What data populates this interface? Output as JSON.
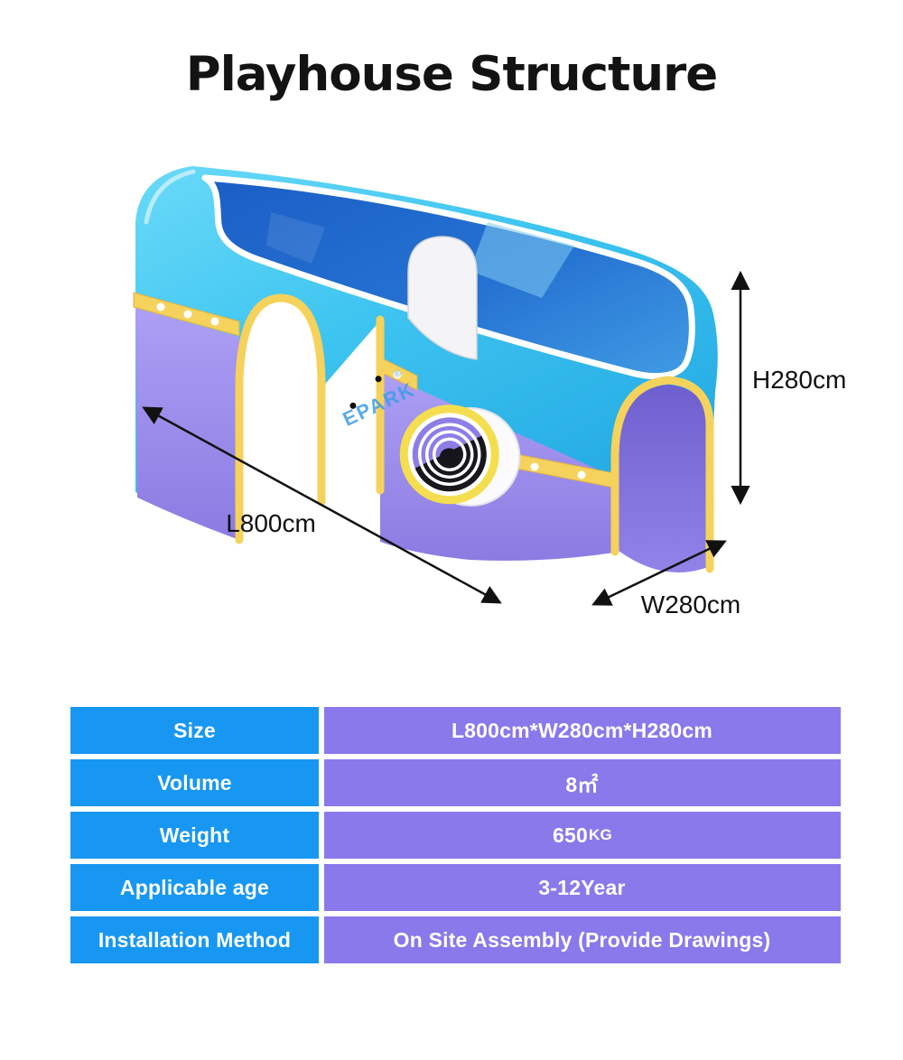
{
  "page": {
    "title": "Playhouse Structure"
  },
  "illustration": {
    "description": "3D render of a cyan and purple kids playhouse tub with yellow riveted trim bands, two arched doorways, a white slide arch and a spiral target disc",
    "dimensions": {
      "height": "H280cm",
      "length": "L800cm",
      "width": "W280cm"
    },
    "watermark": {
      "brand": "EPARK",
      "registered": "®"
    }
  },
  "spec_table": {
    "rows": [
      {
        "label": "Size",
        "value": "L800cm*W280cm*H280cm",
        "unit": ""
      },
      {
        "label": "Volume",
        "value": "8㎡",
        "unit": ""
      },
      {
        "label": "Weight",
        "value": "650",
        "unit": "KG"
      },
      {
        "label": "Applicable age",
        "value": "3-12Year",
        "unit": ""
      },
      {
        "label": "Installation Method",
        "value": "On Site Assembly (Provide Drawings)",
        "unit": ""
      }
    ]
  },
  "colors": {
    "title_color": "#131313",
    "arrow_black": "#111111",
    "table_label_bg": "#1797F2",
    "table_value_bg": "#8979EB",
    "body_cyan": "#3DC4F0",
    "wall_purple": "#9B8CEA",
    "trim_yellow": "#F5D25C",
    "interior_blue": "#2573D2",
    "watermark_blue": "#3D9CE8"
  }
}
